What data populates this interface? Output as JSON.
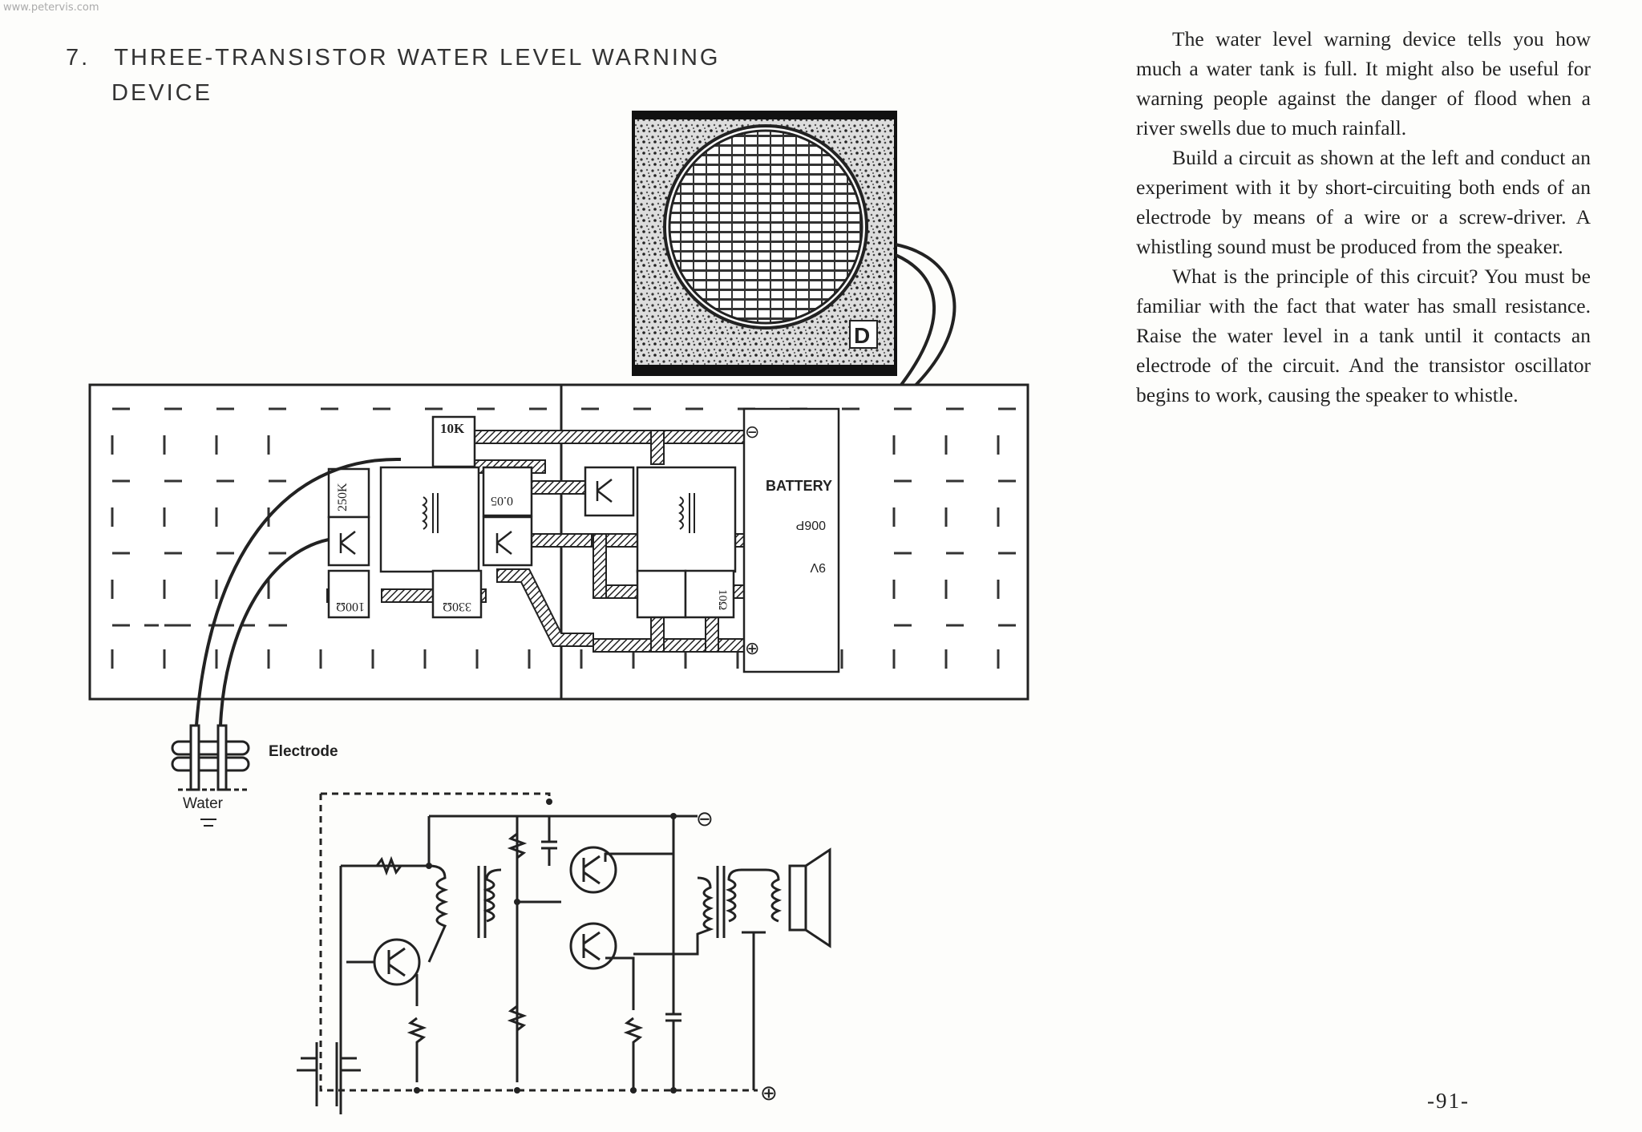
{
  "watermark": "www.petervis.com",
  "section": {
    "number": "7.",
    "title_line1": "THREE-TRANSISTOR WATER LEVEL WARNING",
    "title_line2": "DEVICE"
  },
  "paragraphs": [
    "The water level warning device tells you how much a water tank is full. It might also be useful for warning people against the danger of flood when a river swells due to much rainfall.",
    "Build a circuit as shown at the left and conduct an experiment with it by short-circuiting both ends of an electrode by means of a wire or a screw-driver. A whistling sound must be produced from the speaker.",
    "What is the principle of this circuit? You must be familiar with the fact that water has small resistance. Raise the water level in a tank until it contacts an electrode of the circuit. And the transistor oscillator begins to work, causing the speaker to whistle."
  ],
  "diagram_labels": {
    "r_10k": "10K",
    "r_250k": "250K",
    "cap": "0.05",
    "r_100": "100Ω",
    "r_330": "330Ω",
    "r_10": "10Ω",
    "battery": "BATTERY",
    "battery_model": "006P",
    "battery_voltage": "9V",
    "minus": "⊖",
    "plus": "⊕",
    "electrode": "Electrode",
    "water": "Water",
    "brand": "D"
  },
  "page_number": "-91-"
}
